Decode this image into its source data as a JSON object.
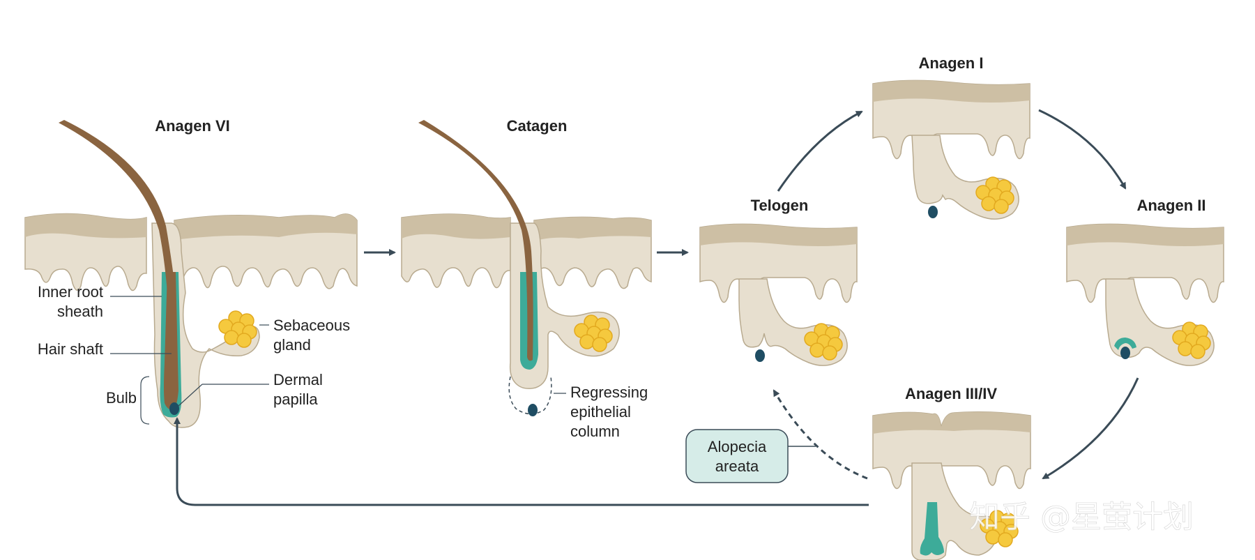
{
  "stages": {
    "anagen_vi": "Anagen VI",
    "catagen": "Catagen",
    "telogen": "Telogen",
    "anagen_i": "Anagen I",
    "anagen_ii": "Anagen II",
    "anagen_iii_iv": "Anagen III/IV"
  },
  "labels": {
    "inner_root_sheath": [
      "Inner root",
      "sheath"
    ],
    "hair_shaft": "Hair shaft",
    "bulb": "Bulb",
    "sebaceous_gland": [
      "Sebaceous",
      "gland"
    ],
    "dermal_papilla": [
      "Dermal",
      "papilla"
    ],
    "regressing_epithelial_column": [
      "Regressing",
      "epithelial",
      "column"
    ]
  },
  "callout": {
    "alopecia_areata": [
      "Alopecia",
      "areata"
    ]
  },
  "watermark": "知乎 @星萤计划",
  "colors": {
    "skin": "#e7dfcf",
    "epidermis": "#cdbfa4",
    "outline": "#b8aa8f",
    "hair": "#8a6440",
    "sheath": "#3dab99",
    "papilla": "#1f4d63",
    "gland": "#f5c93e",
    "arrow": "#3a4b57",
    "callout_fill": "#d6ece8"
  }
}
